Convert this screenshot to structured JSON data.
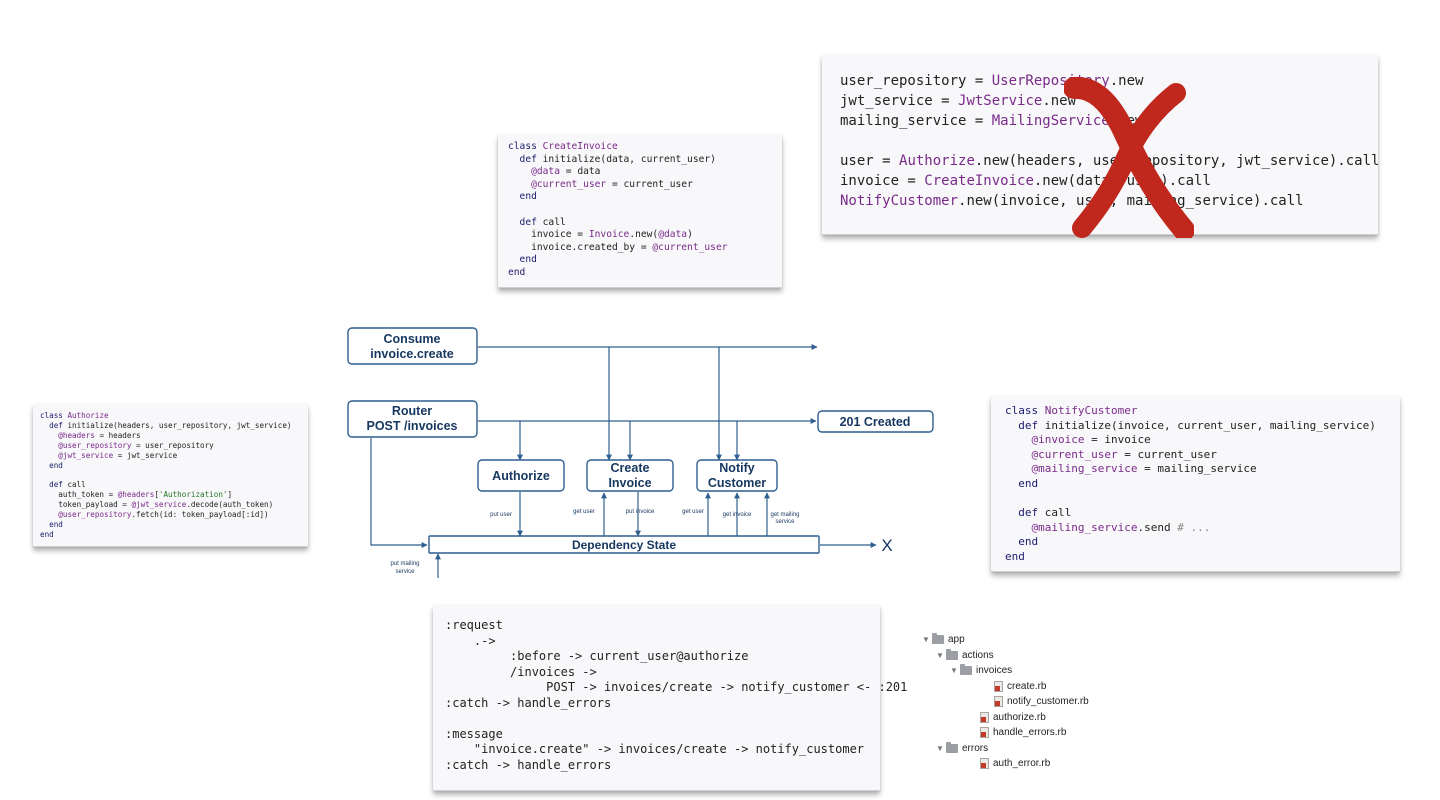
{
  "top_right_code": [
    [
      [
        "user_repository = ",
        ""
      ],
      [
        "UserRepository",
        "cls"
      ],
      [
        ".new",
        ""
      ]
    ],
    [
      [
        "jwt_service = ",
        ""
      ],
      [
        "JwtService",
        "cls"
      ],
      [
        ".new",
        ""
      ]
    ],
    [
      [
        "mailing_service = ",
        ""
      ],
      [
        "MailingService",
        "cls"
      ],
      [
        ".new",
        ""
      ]
    ],
    [
      [
        "",
        ""
      ]
    ],
    [
      [
        "user = ",
        ""
      ],
      [
        "Authorize",
        "cls"
      ],
      [
        ".new(headers, user_repository, jwt_service).call",
        ""
      ]
    ],
    [
      [
        "invoice = ",
        ""
      ],
      [
        "CreateInvoice",
        "cls"
      ],
      [
        ".new(data, user).call",
        ""
      ]
    ],
    [
      [
        "NotifyCustomer",
        "cls"
      ],
      [
        ".new(invoice, user, mailing_service).call",
        ""
      ]
    ]
  ],
  "create_invoice_code": [
    [
      [
        "class ",
        "kw"
      ],
      [
        "CreateInvoice",
        "cls"
      ]
    ],
    [
      [
        "  def ",
        "kw"
      ],
      [
        "initialize(data, current_user)",
        ""
      ]
    ],
    [
      [
        "    ",
        ""
      ],
      [
        "@data",
        "ivar"
      ],
      [
        " = data",
        ""
      ]
    ],
    [
      [
        "    ",
        ""
      ],
      [
        "@current_user",
        "ivar"
      ],
      [
        " = current_user",
        ""
      ]
    ],
    [
      [
        "  end",
        "kw"
      ]
    ],
    [
      [
        "",
        ""
      ]
    ],
    [
      [
        "  def ",
        "kw"
      ],
      [
        "call",
        ""
      ]
    ],
    [
      [
        "    invoice = ",
        ""
      ],
      [
        "Invoice",
        "cls"
      ],
      [
        ".new(",
        ""
      ],
      [
        "@data",
        "ivar"
      ],
      [
        ")",
        ""
      ]
    ],
    [
      [
        "    invoice.created_by = ",
        ""
      ],
      [
        "@current_user",
        "ivar"
      ]
    ],
    [
      [
        "  end",
        "kw"
      ]
    ],
    [
      [
        "end",
        "kw"
      ]
    ]
  ],
  "authorize_code": [
    [
      [
        "class ",
        "kw"
      ],
      [
        "Authorize",
        "cls"
      ]
    ],
    [
      [
        "  def ",
        "kw"
      ],
      [
        "initialize(headers, user_repository, jwt_service)",
        ""
      ]
    ],
    [
      [
        "    ",
        ""
      ],
      [
        "@headers",
        "ivar"
      ],
      [
        " = headers",
        ""
      ]
    ],
    [
      [
        "    ",
        ""
      ],
      [
        "@user_repository",
        "ivar"
      ],
      [
        " = user_repository",
        ""
      ]
    ],
    [
      [
        "    ",
        ""
      ],
      [
        "@jwt_service",
        "ivar"
      ],
      [
        " = jwt_service",
        ""
      ]
    ],
    [
      [
        "  end",
        "kw"
      ]
    ],
    [
      [
        "",
        ""
      ]
    ],
    [
      [
        "  def ",
        "kw"
      ],
      [
        "call",
        ""
      ]
    ],
    [
      [
        "    auth_token = ",
        ""
      ],
      [
        "@headers",
        "ivar"
      ],
      [
        "[",
        ""
      ],
      [
        "'Authorization'",
        "str"
      ],
      [
        "]",
        ""
      ]
    ],
    [
      [
        "    token_payload = ",
        ""
      ],
      [
        "@jwt_service",
        "ivar"
      ],
      [
        ".decode(auth_token)",
        ""
      ]
    ],
    [
      [
        "    ",
        ""
      ],
      [
        "@user_repository",
        "ivar"
      ],
      [
        ".fetch(id: token_payload[:id])",
        ""
      ]
    ],
    [
      [
        "  end",
        "kw"
      ]
    ],
    [
      [
        "end",
        "kw"
      ]
    ]
  ],
  "notify_customer_code": [
    [
      [
        "class ",
        "kw"
      ],
      [
        "NotifyCustomer",
        "cls"
      ]
    ],
    [
      [
        "  def ",
        "kw"
      ],
      [
        "initialize(invoice, current_user, mailing_service)",
        ""
      ]
    ],
    [
      [
        "    ",
        ""
      ],
      [
        "@invoice",
        "ivar"
      ],
      [
        " = invoice",
        ""
      ]
    ],
    [
      [
        "    ",
        ""
      ],
      [
        "@current_user",
        "ivar"
      ],
      [
        " = current_user",
        ""
      ]
    ],
    [
      [
        "    ",
        ""
      ],
      [
        "@mailing_service",
        "ivar"
      ],
      [
        " = mailing_service",
        ""
      ]
    ],
    [
      [
        "  end",
        "kw"
      ]
    ],
    [
      [
        "",
        ""
      ]
    ],
    [
      [
        "  def ",
        "kw"
      ],
      [
        "call",
        ""
      ]
    ],
    [
      [
        "    ",
        ""
      ],
      [
        "@mailing_service",
        "ivar"
      ],
      [
        ".send ",
        ""
      ],
      [
        "# ...",
        "cmt"
      ]
    ],
    [
      [
        "  end",
        "kw"
      ]
    ],
    [
      [
        "end",
        "kw"
      ]
    ]
  ],
  "routes_code": [
    [
      [
        ":request",
        ""
      ]
    ],
    [
      [
        "    .->",
        ""
      ]
    ],
    [
      [
        "         :before -> current_user@authorize",
        ""
      ]
    ],
    [
      [
        "         /invoices ->",
        ""
      ]
    ],
    [
      [
        "              POST -> invoices/create -> notify_customer <- :201",
        ""
      ]
    ],
    [
      [
        ":catch -> handle_errors",
        ""
      ]
    ],
    [
      [
        "",
        ""
      ]
    ],
    [
      [
        ":message",
        ""
      ]
    ],
    [
      [
        "    \"invoice.create\" -> invoices/create -> notify_customer",
        ""
      ]
    ],
    [
      [
        ":catch -> handle_errors",
        ""
      ]
    ]
  ],
  "diagram": {
    "consume_line1": "Consume",
    "consume_line2": "invoice.create",
    "router_line1": "Router",
    "router_line2": "POST /invoices",
    "created": "201 Created",
    "authorize": "Authorize",
    "create_line1": "Create",
    "create_line2": "Invoice",
    "notify_line1": "Notify",
    "notify_line2": "Customer",
    "dependency_state": "Dependency State",
    "terminal_x": "X",
    "put_user": "put user",
    "get_user_1": "get user",
    "put_invoice": "put invoice",
    "get_user_2": "get user",
    "get_invoice": "get invoice",
    "get_mailing_line1": "get mailing",
    "get_mailing_line2": "service",
    "put_mailing_line1": "put mailing",
    "put_mailing_line2": "service",
    "line_color": "#2f5f8f",
    "text_color": "#16375f"
  },
  "big_x_color": "#c0281e",
  "file_tree": [
    {
      "name": "app",
      "type": "folder",
      "depth": 0
    },
    {
      "name": "actions",
      "type": "folder",
      "depth": 1
    },
    {
      "name": "invoices",
      "type": "folder",
      "depth": 2
    },
    {
      "name": "create.rb",
      "type": "file",
      "depth": 3
    },
    {
      "name": "notify_customer.rb",
      "type": "file",
      "depth": 3
    },
    {
      "name": "authorize.rb",
      "type": "file",
      "depth": 2
    },
    {
      "name": "handle_errors.rb",
      "type": "file",
      "depth": 2
    },
    {
      "name": "errors",
      "type": "folder",
      "depth": 1
    },
    {
      "name": "auth_error.rb",
      "type": "file",
      "depth": 2
    }
  ]
}
